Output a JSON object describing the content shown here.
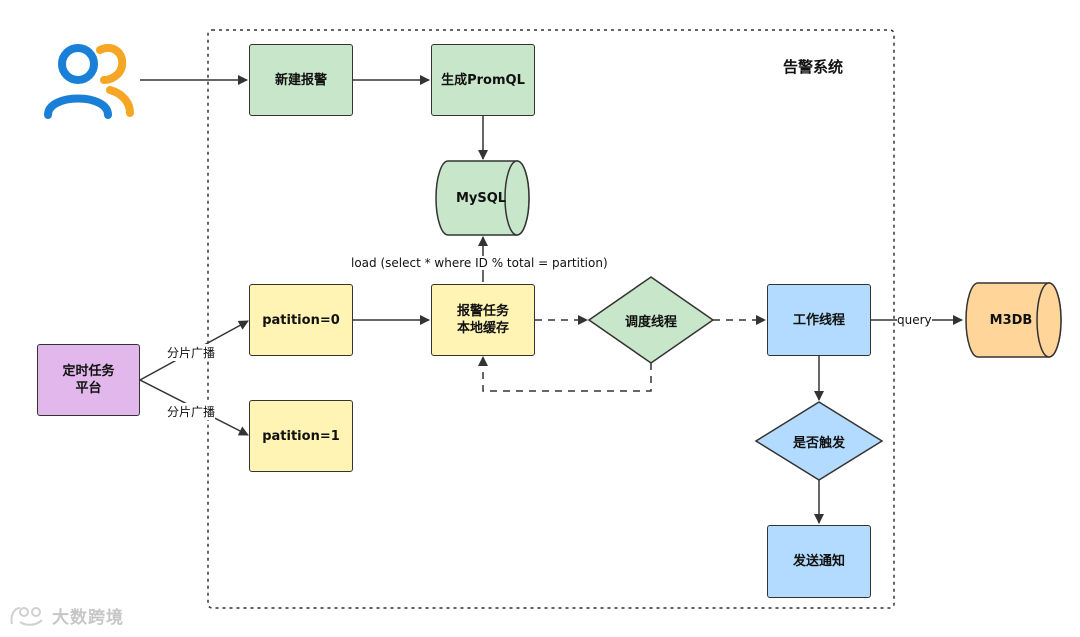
{
  "system_title": "告警系统",
  "nodes": {
    "new_alert": "新建报警",
    "gen_promql": "生成PromQL",
    "mysql": "MySQL",
    "partition0": "patition=0",
    "partition1": "patition=1",
    "local_cache": "报警任务\n本地缓存",
    "scheduler": "调度线程",
    "worker": "工作线程",
    "m3db": "M3DB",
    "triggered": "是否触发",
    "notify": "发送通知",
    "cron_platform": "定时任务\n平台"
  },
  "edge_labels": {
    "load": "load (select * where ID % total = partition)",
    "shard1": "分片广播",
    "shard2": "分片广播",
    "query": "query"
  },
  "watermark": "大数跨境",
  "colors": {
    "green": "#c8e6c9",
    "yellow": "#fff4b3",
    "blue": "#b3dbff",
    "purple": "#e2b8ec",
    "orange": "#ffd59a",
    "user_blue": "#1a7fd6",
    "user_orange": "#f5a623"
  }
}
